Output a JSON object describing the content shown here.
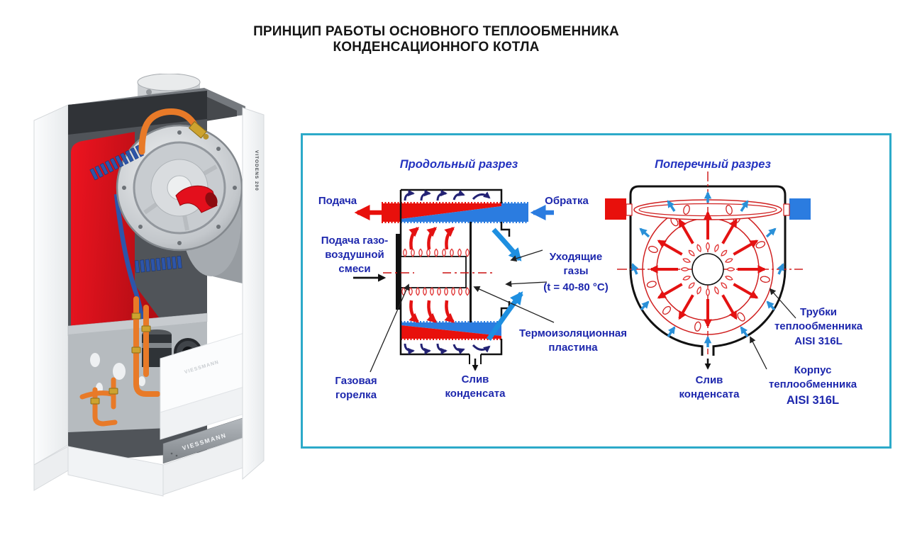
{
  "header": {
    "title_line1": "ПРИНЦИП РАБОТЫ ОСНОВНОГО ТЕПЛООБМЕННИКА",
    "title_line2": "КОНДЕНСАЦИОННОГО КОТЛА"
  },
  "boiler": {
    "brand": "VIESSMANN",
    "model": "VITODENS 200"
  },
  "diagram_panel": {
    "longitudinal": {
      "title": "Продольный разрез",
      "supply": "Подача",
      "return_flow": "Обратка",
      "gas_air_mixture": [
        "Подача газо-",
        "воздушной",
        "смеси"
      ],
      "flue_gases": [
        "Уходящие",
        "газы",
        "(t = 40-80 °C)"
      ],
      "thermal_plate": [
        "Термоизоляционная",
        "пластина"
      ],
      "gas_burner": [
        "Газовая",
        "горелка"
      ],
      "condensate_drain": [
        "Слив",
        "конденсата"
      ]
    },
    "cross_section": {
      "title": "Поперечный разрез",
      "tubes": [
        "Трубки",
        "теплообменника",
        "AISI 316L"
      ],
      "housing": [
        "Корпус",
        "теплообменника",
        "AISI 316L"
      ],
      "condensate_drain": [
        "Слив",
        "конденсата"
      ]
    }
  },
  "colors": {
    "panel_border": "#2caac9",
    "supply_red": "#e8100c",
    "return_blue": "#2b7ce0",
    "flue_arrow_blue": "#1e8fe0",
    "swirl_navy": "#232274",
    "diagram_red": "#d02020",
    "label_blue": "#1d27ad",
    "title_black": "#151515"
  }
}
